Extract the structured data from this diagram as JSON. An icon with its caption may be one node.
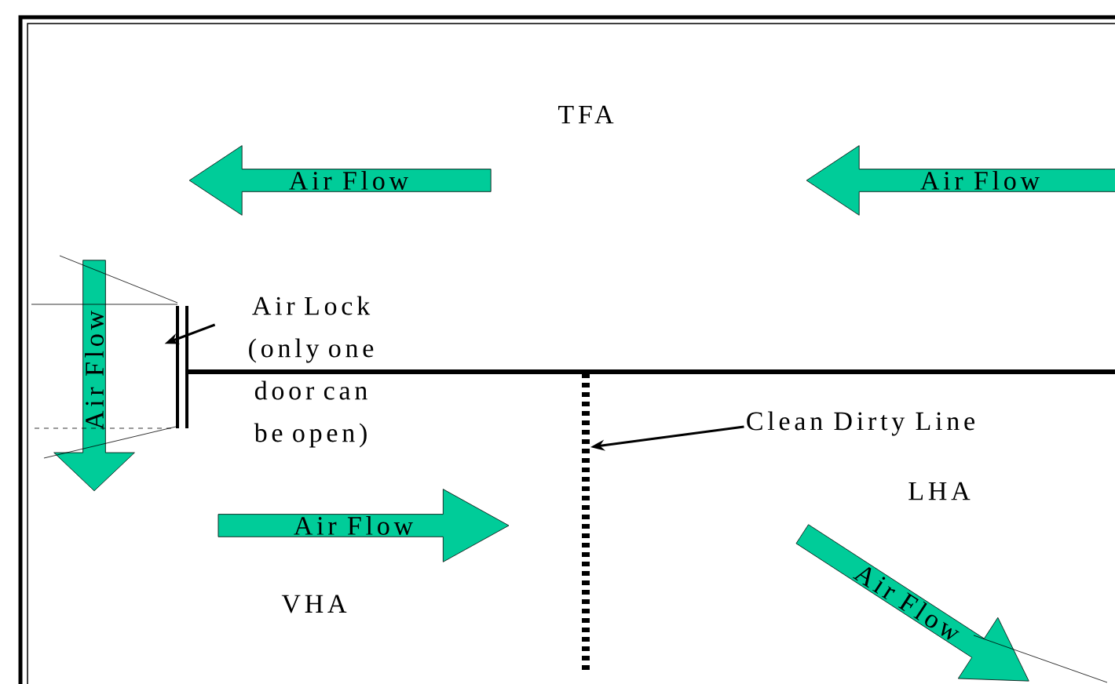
{
  "diagram": {
    "nodes": [
      {
        "text": [
          "Air Flow"
        ]
      },
      {
        "text": [
          "Air Flow"
        ]
      },
      {
        "text": [
          "Air Flow"
        ]
      },
      {
        "text": [
          "Air Lock (only one door can be open)"
        ]
      },
      {
        "text": [
          "Clean Dirty Line"
        ]
      },
      {
        "text": [
          "Air Flow"
        ]
      },
      {
        "text": [
          "Air Flow"
        ]
      }
    ],
    "edges": [
      {
        "from": 3,
        "to": 2,
        "arrow": "to"
      },
      {
        "from": 4,
        "to": null,
        "arrow": "to"
      }
    ],
    "labels": [
      "TFA",
      "LHA",
      "VHA"
    ]
  }
}
